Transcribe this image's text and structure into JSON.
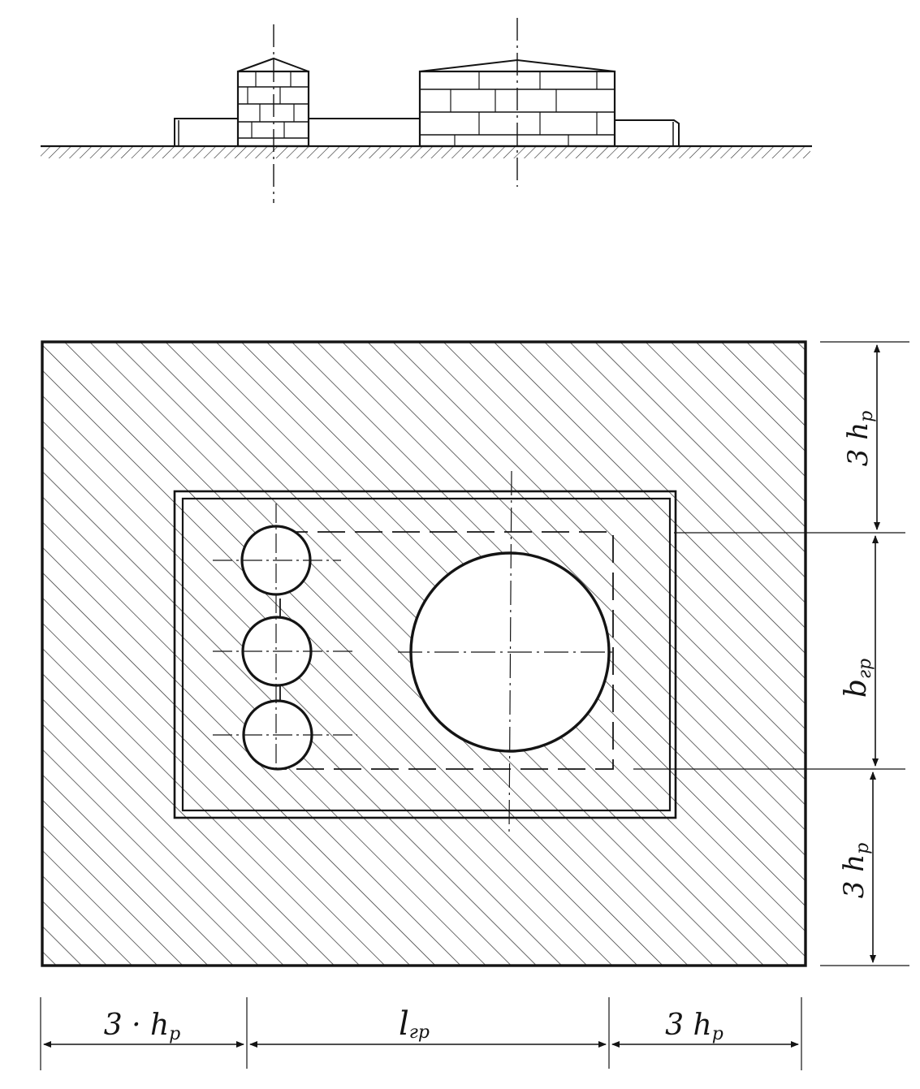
{
  "labels": {
    "right_top": {
      "main": "3 h",
      "sub": "р"
    },
    "right_middle": {
      "main": "b",
      "sub": "гр"
    },
    "right_bottom": {
      "main": "3 h",
      "sub": "р"
    },
    "bottom_left": {
      "main": "3 · h",
      "sub": "р"
    },
    "bottom_middle": {
      "main": "l",
      "sub": "гр"
    },
    "bottom_right": {
      "main": "3 h",
      "sub": "р"
    }
  },
  "colors": {
    "ink": "#141414",
    "paper": "#ffffff"
  }
}
